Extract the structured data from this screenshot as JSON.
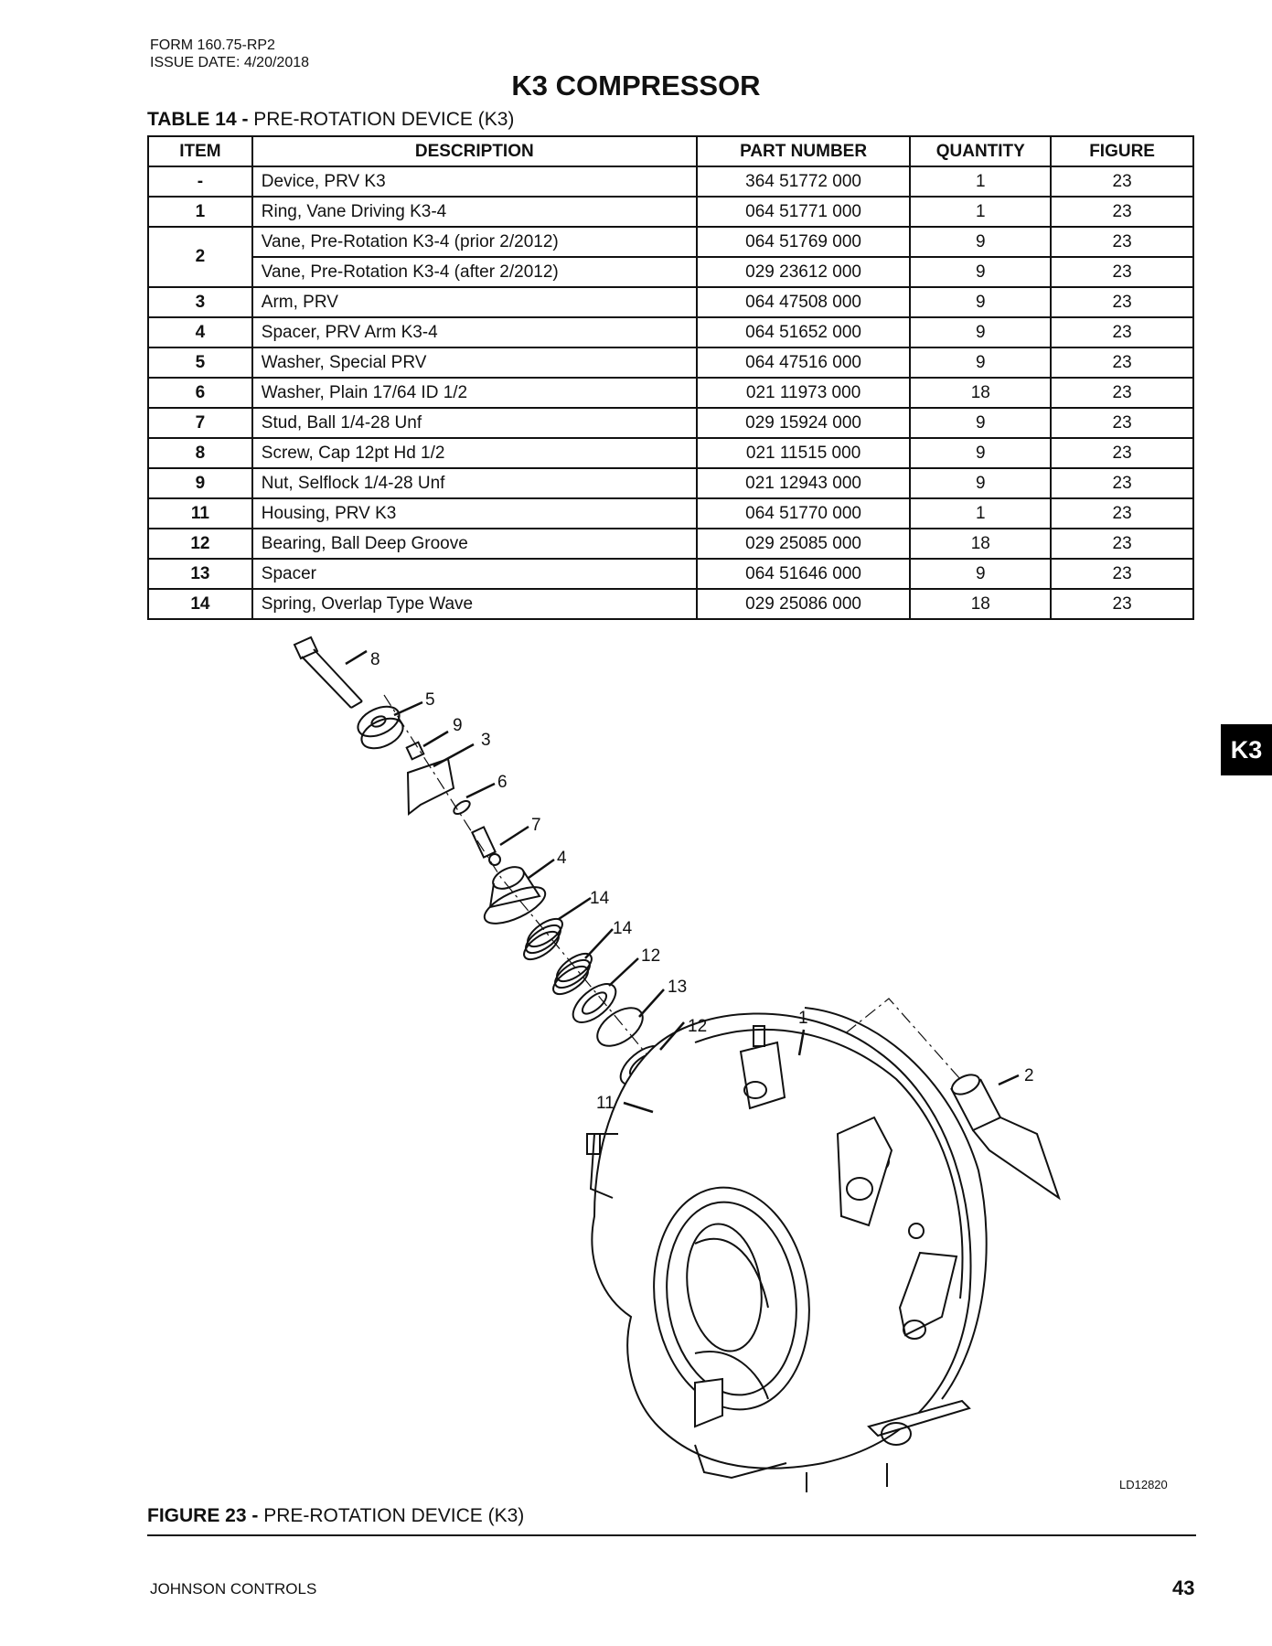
{
  "header": {
    "form": "FORM 160.75-RP2",
    "issue_date": "ISSUE DATE: 4/20/2018"
  },
  "title": "K3 COMPRESSOR",
  "table": {
    "caption_prefix": "TABLE 14 -",
    "caption_text": " PRE-ROTATION DEVICE (K3)",
    "headers": {
      "item": "ITEM",
      "description": "DESCRIPTION",
      "part_number": "PART NUMBER",
      "quantity": "QUANTITY",
      "figure": "FIGURE"
    },
    "rows": [
      {
        "item": "-",
        "description": "Device, PRV K3",
        "part_number": "364 51772 000",
        "quantity": "1",
        "figure": "23"
      },
      {
        "item": "1",
        "description": "Ring, Vane Driving K3-4",
        "part_number": "064 51771 000",
        "quantity": "1",
        "figure": "23"
      },
      {
        "item": "2",
        "description": "Vane, Pre-Rotation K3-4 (prior 2/2012)",
        "part_number": "064 51769 000",
        "quantity": "9",
        "figure": "23"
      },
      {
        "item": "",
        "description": "Vane, Pre-Rotation K3-4 (after 2/2012)",
        "part_number": "029 23612 000",
        "quantity": "9",
        "figure": "23"
      },
      {
        "item": "3",
        "description": "Arm, PRV",
        "part_number": "064 47508 000",
        "quantity": "9",
        "figure": "23"
      },
      {
        "item": "4",
        "description": "Spacer, PRV Arm K3-4",
        "part_number": "064 51652 000",
        "quantity": "9",
        "figure": "23"
      },
      {
        "item": "5",
        "description": "Washer, Special PRV",
        "part_number": "064 47516 000",
        "quantity": "9",
        "figure": "23"
      },
      {
        "item": "6",
        "description": "Washer, Plain 17/64 ID 1/2",
        "part_number": "021 11973 000",
        "quantity": "18",
        "figure": "23"
      },
      {
        "item": "7",
        "description": "Stud, Ball 1/4-28 Unf",
        "part_number": "029 15924 000",
        "quantity": "9",
        "figure": "23"
      },
      {
        "item": "8",
        "description": "Screw, Cap 12pt Hd 1/2",
        "part_number": "021 11515 000",
        "quantity": "9",
        "figure": "23"
      },
      {
        "item": "9",
        "description": "Nut, Selflock 1/4-28 Unf",
        "part_number": "021 12943 000",
        "quantity": "9",
        "figure": "23"
      },
      {
        "item": "11",
        "description": "Housing, PRV K3",
        "part_number": "064 51770 000",
        "quantity": "1",
        "figure": "23"
      },
      {
        "item": "12",
        "description": "Bearing, Ball Deep Groove",
        "part_number": "029 25085 000",
        "quantity": "18",
        "figure": "23"
      },
      {
        "item": "13",
        "description": "Spacer",
        "part_number": "064 51646 000",
        "quantity": "9",
        "figure": "23"
      },
      {
        "item": "14",
        "description": "Spring, Overlap Type Wave",
        "part_number": "029 25086 000",
        "quantity": "18",
        "figure": "23"
      }
    ]
  },
  "side_tab": "K3",
  "figure": {
    "callouts": {
      "c8": "8",
      "c5": "5",
      "c9": "9",
      "c3": "3",
      "c6": "6",
      "c7": "7",
      "c4": "4",
      "c14a": "14",
      "c14b": "14",
      "c12a": "12",
      "c13": "13",
      "c12b": "12",
      "c1": "1",
      "c2": "2",
      "c11": "11"
    },
    "drawing_code": "LD12820",
    "caption_prefix": "FIGURE 23 -",
    "caption_text": " PRE-ROTATION DEVICE (K3)"
  },
  "footer": {
    "company": "JOHNSON CONTROLS",
    "page": "43"
  }
}
